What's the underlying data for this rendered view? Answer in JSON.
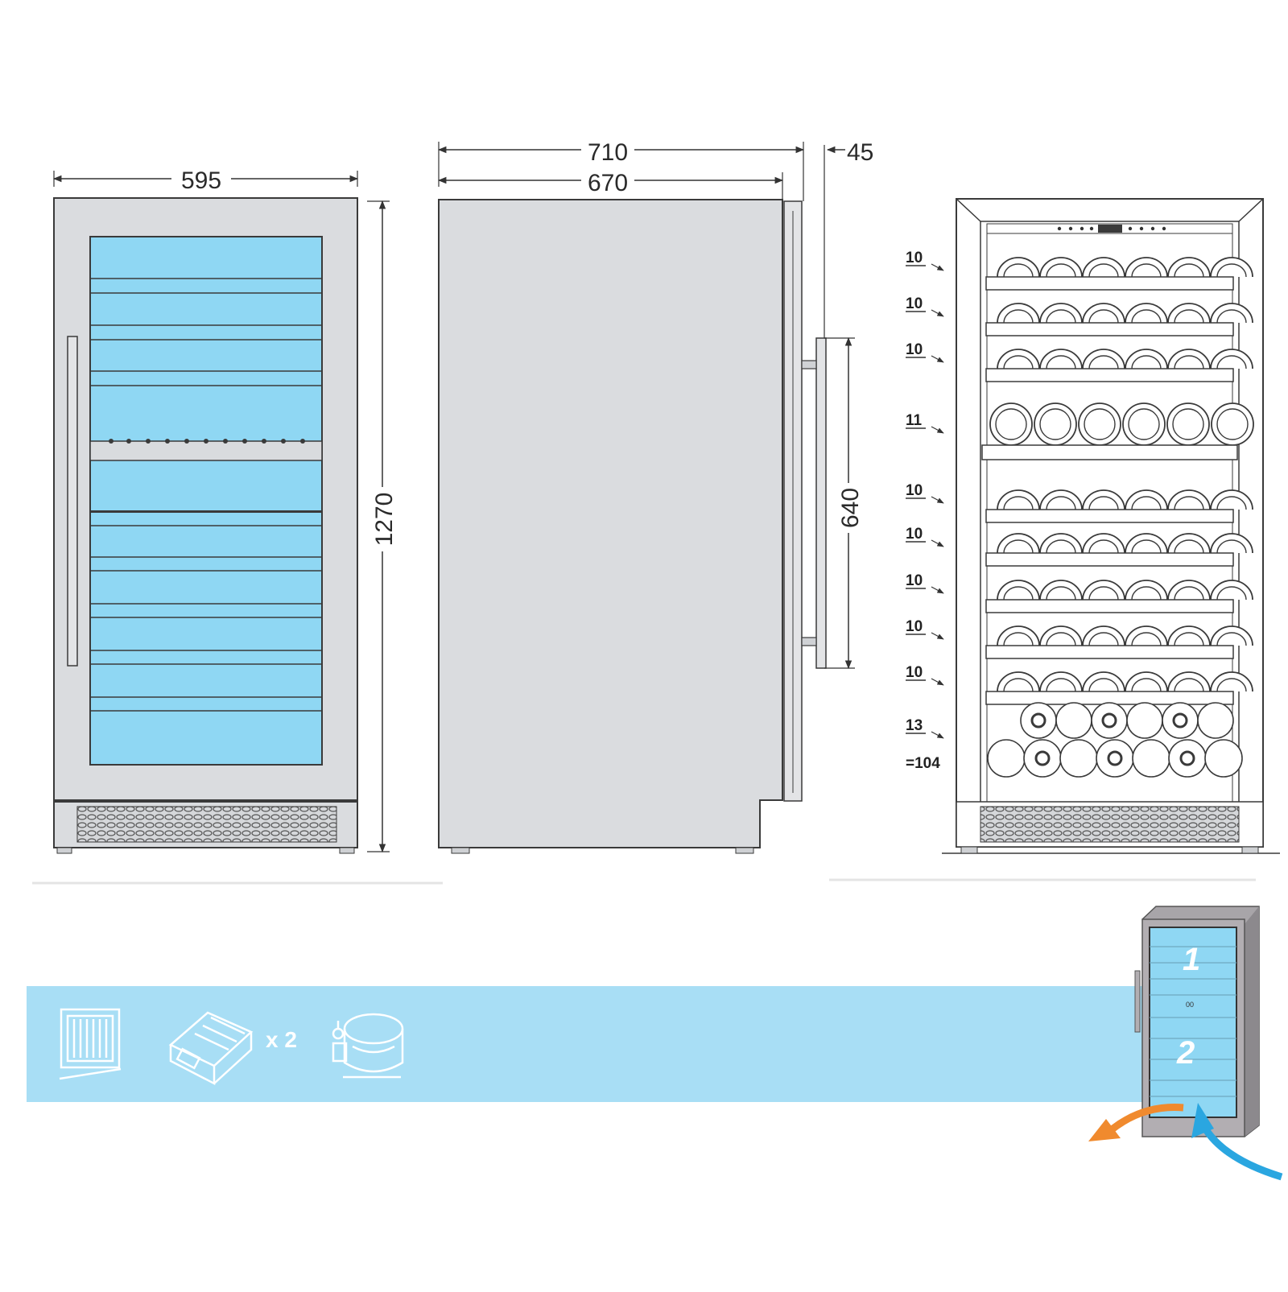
{
  "colors": {
    "glass": "#8fd7f3",
    "frame": "#dadcdf",
    "outline": "#3a3a3a",
    "band": "#a8def5",
    "airflow_out": "#f08a2e",
    "airflow_in": "#2aa6e0"
  },
  "front_view": {
    "width_label": "595",
    "height_label": "1270"
  },
  "side_view": {
    "depth_total_label": "710",
    "depth_body_label": "670",
    "door_label": "45",
    "handle_label": "640"
  },
  "interior_view": {
    "shelves": [
      {
        "count": "10",
        "style": "flat"
      },
      {
        "count": "10",
        "style": "flat"
      },
      {
        "count": "10",
        "style": "flat"
      },
      {
        "count": "11",
        "style": "round"
      },
      {
        "count": "10",
        "style": "flat"
      },
      {
        "count": "10",
        "style": "flat"
      },
      {
        "count": "10",
        "style": "flat"
      },
      {
        "count": "10",
        "style": "flat"
      },
      {
        "count": "10",
        "style": "flat"
      },
      {
        "count": "13",
        "style": "stack"
      }
    ],
    "total_label": "=104"
  },
  "features": {
    "multiplier_label": "x 2",
    "icons": [
      "ventilation-grille-icon",
      "electronic-thermostat-icon",
      "compressor-icon"
    ]
  },
  "zone_diagram": {
    "zone_1": "1",
    "zone_2": "2",
    "zone_divider": "00"
  }
}
